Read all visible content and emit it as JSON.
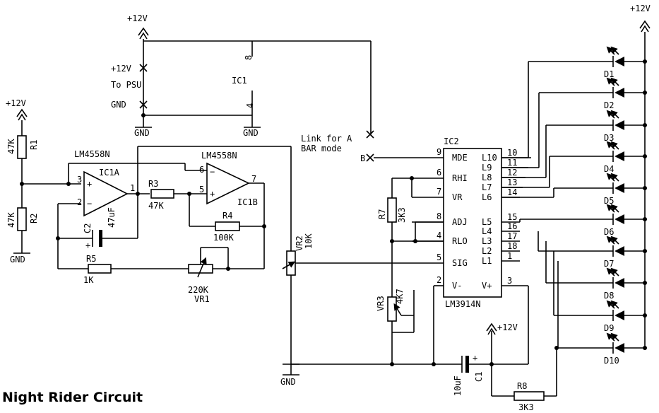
{
  "title": "Night Rider Circuit",
  "supply": "+12V",
  "psu": {
    "plus": "+12V",
    "to": "To PSU",
    "gnd": "GND"
  },
  "gnd": "GND",
  "pins": {
    "p8": "8",
    "p4": "4",
    "p1": "1",
    "p2": "2",
    "p3": "3",
    "p5": "5",
    "p6": "6",
    "p7": "7"
  },
  "ic1": {
    "label": "IC1",
    "a": "IC1A",
    "b": "IC1B",
    "part": "LM4558N"
  },
  "link": {
    "line1": "Link for A",
    "line2": "BAR mode",
    "a": "A",
    "b": "B"
  },
  "ic2": {
    "label": "IC2",
    "part": "LM3914N",
    "left_pins": [
      {
        "num": "9",
        "name": "MDE"
      },
      {
        "num": "6",
        "name": "RHI"
      },
      {
        "num": "7",
        "name": "VR"
      },
      {
        "num": "8",
        "name": "ADJ"
      },
      {
        "num": "4",
        "name": "RLO"
      },
      {
        "num": "5",
        "name": "SIG"
      },
      {
        "num": "2",
        "name": "V-"
      }
    ],
    "right_pins": [
      {
        "num": "10",
        "name": "L10"
      },
      {
        "num": "11",
        "name": "L9"
      },
      {
        "num": "12",
        "name": "L8"
      },
      {
        "num": "13",
        "name": "L7"
      },
      {
        "num": "14",
        "name": "L6"
      },
      {
        "num": "15",
        "name": "L5"
      },
      {
        "num": "16",
        "name": "L4"
      },
      {
        "num": "17",
        "name": "L3"
      },
      {
        "num": "18",
        "name": "L2"
      },
      {
        "num": "1",
        "name": "L1"
      },
      {
        "num": "3",
        "name": "V+"
      }
    ]
  },
  "components": {
    "r1": {
      "ref": "R1",
      "value": "47K"
    },
    "r2": {
      "ref": "R2",
      "value": "47K"
    },
    "r3": {
      "ref": "R3",
      "value": "47K"
    },
    "r4": {
      "ref": "R4",
      "value": "100K"
    },
    "r5": {
      "ref": "R5",
      "value": "1K"
    },
    "r7": {
      "ref": "R7",
      "value": "3K3"
    },
    "r8": {
      "ref": "R8",
      "value": "3K3"
    },
    "c1": {
      "ref": "C1",
      "value": "10uF"
    },
    "c2": {
      "ref": "C2",
      "value": "47uF"
    },
    "vr1": {
      "ref": "VR1",
      "value": "220K"
    },
    "vr2": {
      "ref": "VR2",
      "value": "10K"
    },
    "vr3": {
      "ref": "VR3",
      "value": "4K7"
    }
  },
  "leds": [
    "D1",
    "D2",
    "D3",
    "D4",
    "D5",
    "D6",
    "D7",
    "D8",
    "D9",
    "D10"
  ],
  "plus_sign": "+"
}
